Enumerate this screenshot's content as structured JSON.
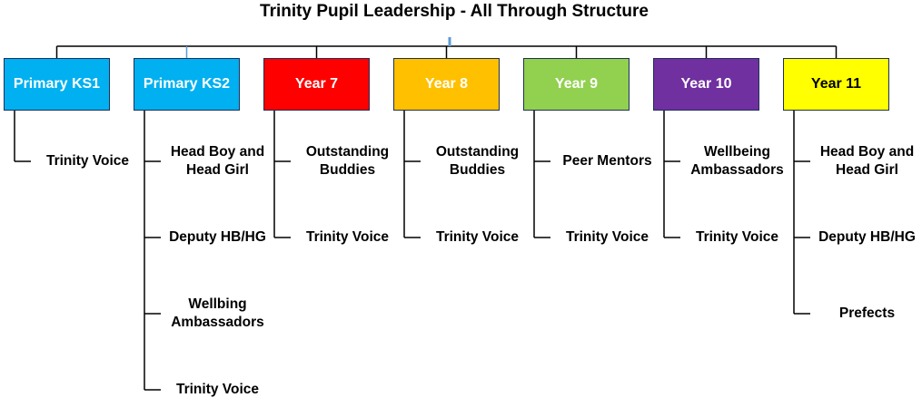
{
  "title": "Trinity Pupil Leadership -  All Through Structure",
  "colors": {
    "line": "#000000",
    "border": "#1f2f5a",
    "stub": "#5b9bd5"
  },
  "columns": [
    {
      "label": "Primary KS1",
      "fill": "#00b0f0",
      "text_color": "#ffffff",
      "items": [
        "Trinity Voice"
      ]
    },
    {
      "label": "Primary KS2",
      "fill": "#00b0f0",
      "text_color": "#ffffff",
      "items": [
        "Head Boy and\nHead Girl",
        "Deputy HB/HG",
        "Wellbing\nAmbassadors",
        "Trinity Voice"
      ]
    },
    {
      "label": "Year 7",
      "fill": "#ff0000",
      "text_color": "#ffffff",
      "items": [
        "Outstanding\nBuddies",
        "Trinity Voice"
      ]
    },
    {
      "label": "Year 8",
      "fill": "#ffc000",
      "text_color": "#ffffff",
      "items": [
        "Outstanding\nBuddies",
        "Trinity Voice"
      ]
    },
    {
      "label": "Year 9",
      "fill": "#92d050",
      "text_color": "#ffffff",
      "items": [
        "Peer Mentors",
        "Trinity Voice"
      ]
    },
    {
      "label": "Year 10",
      "fill": "#7030a0",
      "text_color": "#ffffff",
      "items": [
        "Wellbeing\nAmbassadors",
        "Trinity Voice"
      ]
    },
    {
      "label": "Year 11",
      "fill": "#ffff00",
      "text_color": "#000000",
      "items": [
        "Head Boy and\nHead Girl",
        "Deputy HB/HG",
        "Prefects"
      ]
    }
  ]
}
